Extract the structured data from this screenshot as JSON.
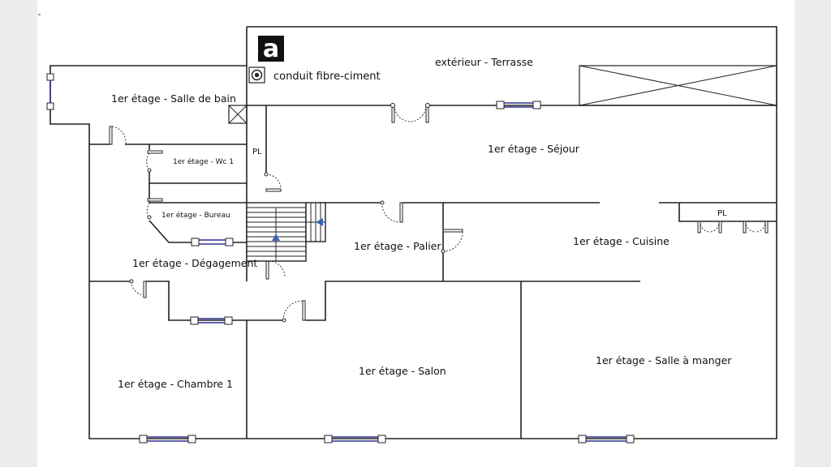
{
  "logo": {
    "letter": "a"
  },
  "labels": {
    "conduit": "conduit fibre-ciment",
    "exterieur": "extérieur - Terrasse",
    "salle_de_bain": "1er étage - Salle de bain",
    "wc": "1er étage - Wc 1",
    "bureau": "1er étage - Bureau",
    "pl_left": "PL",
    "sejour": "1er étage - Séjour",
    "palier": "1er étage - Palier",
    "cuisine": "1er étage - Cuisine",
    "pl_right": "PL",
    "degagement": "1er étage - Dégagement",
    "chambre": "1er étage - Chambre 1",
    "salon": "1er étage - Salon",
    "salle_a_manger": "1er étage - Salle à manger"
  },
  "colors": {
    "wall": "#222222",
    "window": "#2d2f8f",
    "stair_arrow": "#3b63b3",
    "frame": "#ececec"
  },
  "icons": {
    "logo": "a-logo-icon",
    "conduit": "conduit-target-icon",
    "stair_arrow_up": "triangle-up-icon",
    "stair_arrow_left": "triangle-left-icon"
  }
}
